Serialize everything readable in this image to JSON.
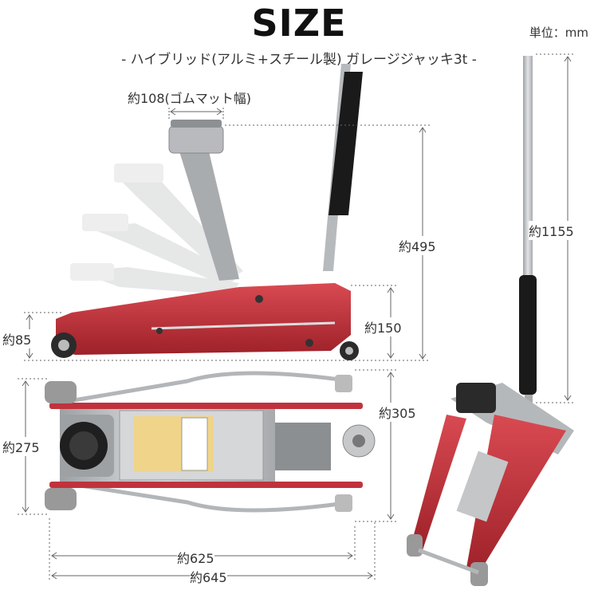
{
  "header": {
    "title": "SIZE",
    "subtitle": "- ハイブリッド(アルミ+スチール製) ガレージジャッキ3t -",
    "unit": "単位：mm"
  },
  "dimensions": {
    "pad_width": "約108(ゴムマット幅)",
    "max_height": "約495",
    "min_height": "約85",
    "saddle_min": "約150",
    "handle_length": "約1155",
    "body_width": "約305",
    "wheel_track": "約275",
    "length_625": "約625",
    "length_645": "約645"
  },
  "colors": {
    "frame_red": "#c0333d",
    "aluminum": "#c9cbcd",
    "handle_grip": "#1a1a1a",
    "dim_line": "#666666"
  }
}
